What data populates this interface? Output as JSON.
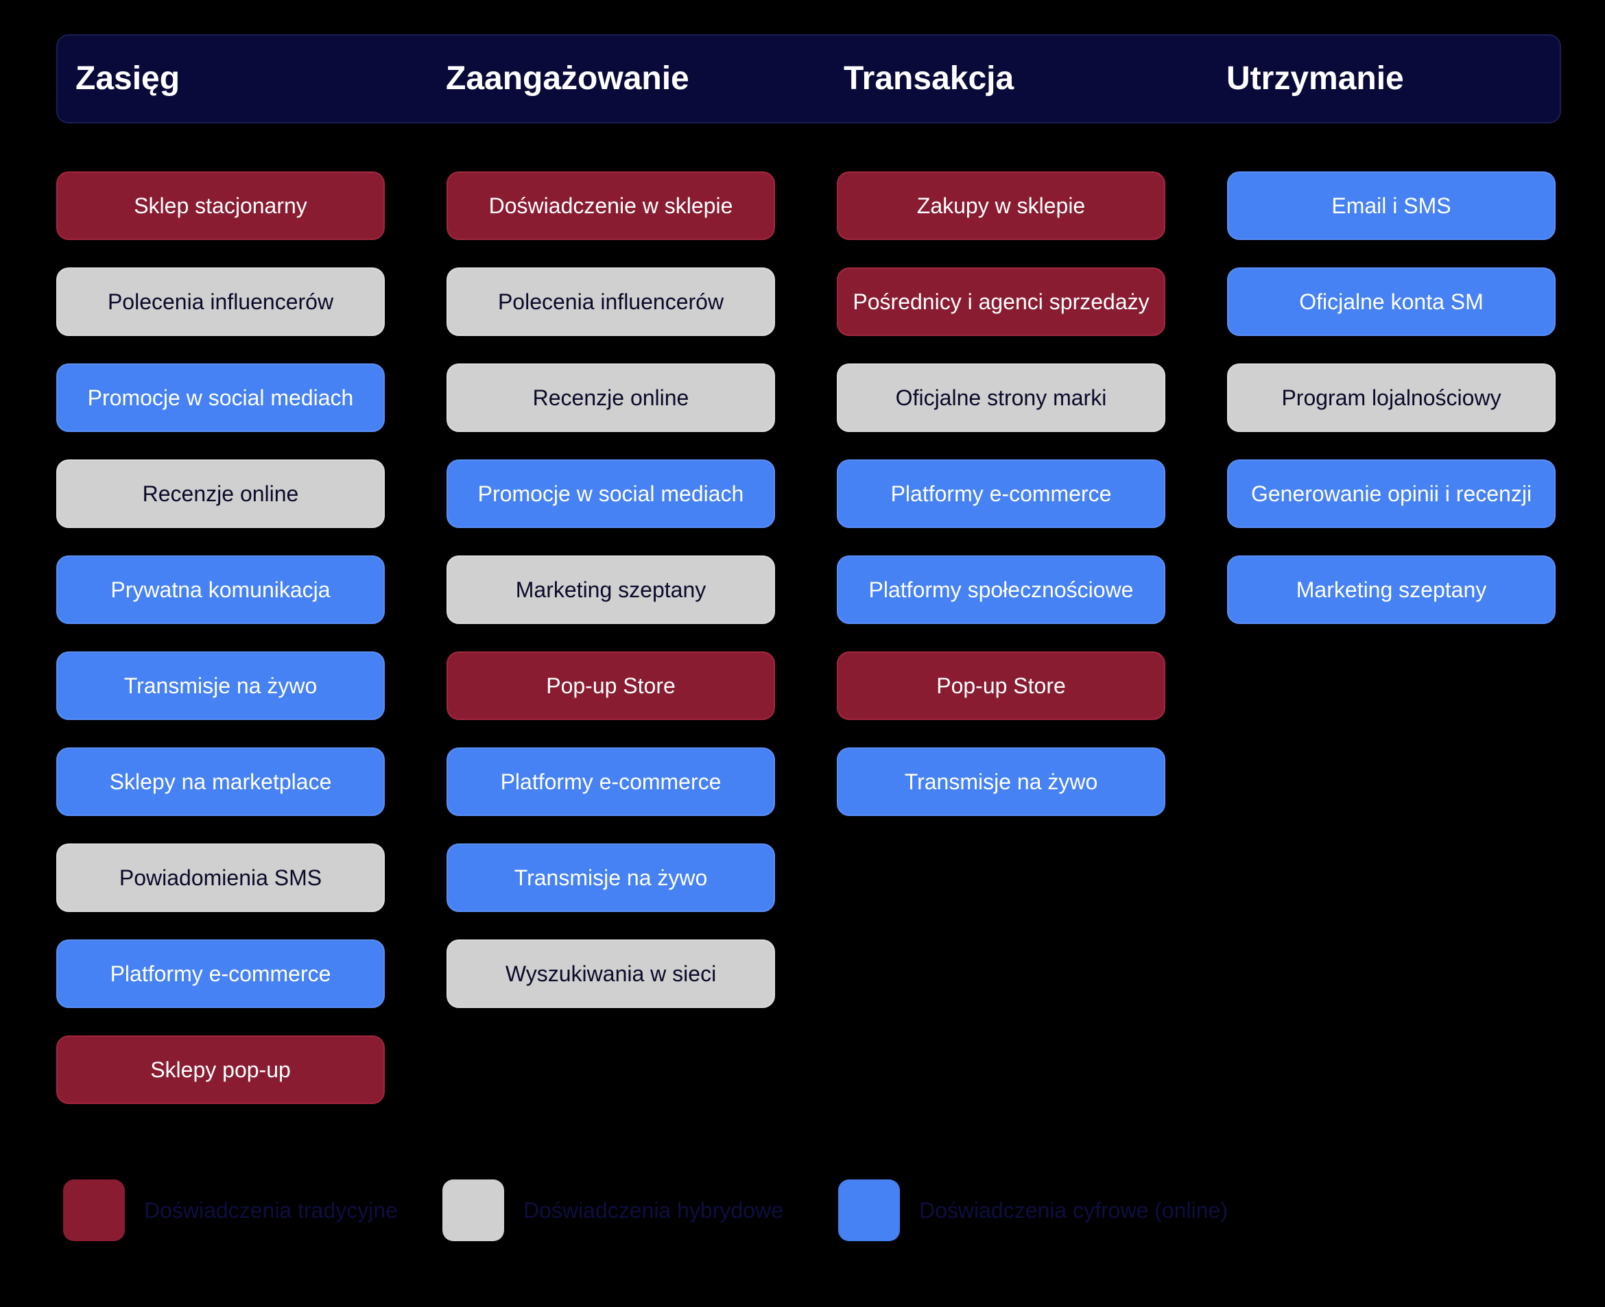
{
  "colors": {
    "traditional": "#8a1c32",
    "hybrid": "#d0d0d0",
    "digital": "#4682f4",
    "header_bg": "#0a0a3a",
    "background": "#000000"
  },
  "headers": [
    "Zasięg",
    "Zaangażowanie",
    "Transakcja",
    "Utrzymanie"
  ],
  "columns": [
    {
      "items": [
        {
          "label": "Sklep stacjonarny",
          "category": "traditional"
        },
        {
          "label": "Polecenia influencerów",
          "category": "hybrid"
        },
        {
          "label": "Promocje w social mediach",
          "category": "digital"
        },
        {
          "label": "Recenzje online",
          "category": "hybrid"
        },
        {
          "label": "Prywatna komunikacja",
          "category": "digital"
        },
        {
          "label": "Transmisje na żywo",
          "category": "digital"
        },
        {
          "label": "Sklepy na marketplace",
          "category": "digital"
        },
        {
          "label": "Powiadomienia SMS",
          "category": "hybrid"
        },
        {
          "label": "Platformy e-commerce",
          "category": "digital"
        },
        {
          "label": "Sklepy pop-up",
          "category": "traditional"
        }
      ]
    },
    {
      "items": [
        {
          "label": "Doświadczenie w sklepie",
          "category": "traditional"
        },
        {
          "label": "Polecenia influencerów",
          "category": "hybrid"
        },
        {
          "label": "Recenzje online",
          "category": "hybrid"
        },
        {
          "label": "Promocje w social mediach",
          "category": "digital"
        },
        {
          "label": "Marketing szeptany",
          "category": "hybrid"
        },
        {
          "label": "Pop-up Store",
          "category": "traditional"
        },
        {
          "label": "Platformy e-commerce",
          "category": "digital"
        },
        {
          "label": "Transmisje na żywo",
          "category": "digital"
        },
        {
          "label": "Wyszukiwania w sieci",
          "category": "hybrid"
        }
      ]
    },
    {
      "items": [
        {
          "label": "Zakupy w sklepie",
          "category": "traditional"
        },
        {
          "label": "Pośrednicy i agenci sprzedaży",
          "category": "traditional"
        },
        {
          "label": "Oficjalne strony marki",
          "category": "hybrid"
        },
        {
          "label": "Platformy e-commerce",
          "category": "digital"
        },
        {
          "label": "Platformy społecznościowe",
          "category": "digital"
        },
        {
          "label": "Pop-up Store",
          "category": "traditional"
        },
        {
          "label": "Transmisje na żywo",
          "category": "digital"
        }
      ]
    },
    {
      "items": [
        {
          "label": "Email i SMS",
          "category": "digital"
        },
        {
          "label": "Oficjalne konta SM",
          "category": "digital"
        },
        {
          "label": "Program lojalnościowy",
          "category": "hybrid"
        },
        {
          "label": "Generowanie opinii i recenzji",
          "category": "digital"
        },
        {
          "label": "Marketing szeptany",
          "category": "digital"
        }
      ]
    }
  ],
  "legend": [
    {
      "label": "Doświadczenia tradycyjne",
      "category": "traditional"
    },
    {
      "label": "Doświadczenia hybrydowe",
      "category": "hybrid"
    },
    {
      "label": "Doświadczenia cyfrowe (online)",
      "category": "digital"
    }
  ]
}
